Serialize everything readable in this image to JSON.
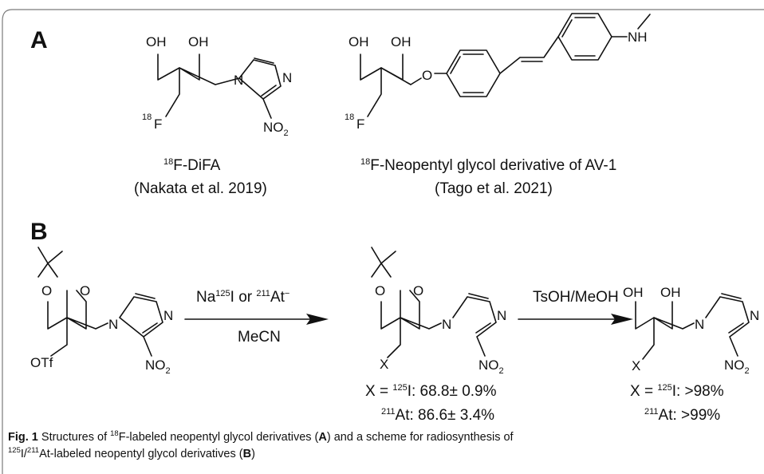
{
  "panel_a": {
    "label": "A",
    "mol1": {
      "atoms": {
        "oh1": "OH",
        "oh2": "OH",
        "f_mass": "18",
        "f": "F",
        "n1": "N",
        "n3": "N",
        "no2_main": "NO",
        "no2_sub": "2"
      },
      "name_mass": "18",
      "name": "F-DiFA",
      "ref": "(Nakata et al. 2019)"
    },
    "mol2": {
      "atoms": {
        "oh1": "OH",
        "oh2": "OH",
        "o": "O",
        "f_mass": "18",
        "f": "F",
        "nh": "NH"
      },
      "name_mass": "18",
      "name": "F-Neopentyl glycol derivative of AV-1",
      "ref": "(Tago et al. 2021)"
    }
  },
  "panel_b": {
    "label": "B",
    "start": {
      "o1": "O",
      "o2": "O",
      "otf": "OTf",
      "n1": "N",
      "n3": "N",
      "no2_main": "NO",
      "no2_sub": "2"
    },
    "arrow1": {
      "reagent_main": "Na",
      "reagent_sup1": "125",
      "reagent_mid": "I or ",
      "reagent_sup2": "211",
      "reagent_end": "At",
      "reagent_sup3": "−",
      "solvent": "MeCN"
    },
    "intermediate": {
      "o1": "O",
      "o2": "O",
      "x": "X",
      "n1": "N",
      "n3": "N",
      "no2_main": "NO",
      "no2_sub": "2"
    },
    "yields1": {
      "line1_prefix": "X = ",
      "line1_mass": "125",
      "line1_text": "I: 68.8± 0.9%",
      "line2_mass": "211",
      "line2_text": "At: 86.6± 3.4%"
    },
    "arrow2": {
      "reagent": "TsOH/MeOH"
    },
    "product": {
      "oh1": "OH",
      "oh2": "OH",
      "x": "X",
      "n1": "N",
      "n3": "N",
      "no2_main": "NO",
      "no2_sub": "2"
    },
    "yields2": {
      "line1_prefix": "X = ",
      "line1_mass": "125",
      "line1_text": "I: >98%",
      "line2_mass": "211",
      "line2_text": "At: >99%"
    }
  },
  "caption": {
    "fig_label": "Fig. 1",
    "t1": "  Structures of ",
    "m1": "18",
    "t2": "F-labeled neopentyl glycol derivatives (",
    "b1": "A",
    "t3": ") and a scheme for radiosynthesis of ",
    "m2": "125",
    "t4": "I/",
    "m3": "211",
    "t5": "At-labeled neopentyl glycol derivatives (",
    "b2": "B",
    "t6": ")"
  }
}
